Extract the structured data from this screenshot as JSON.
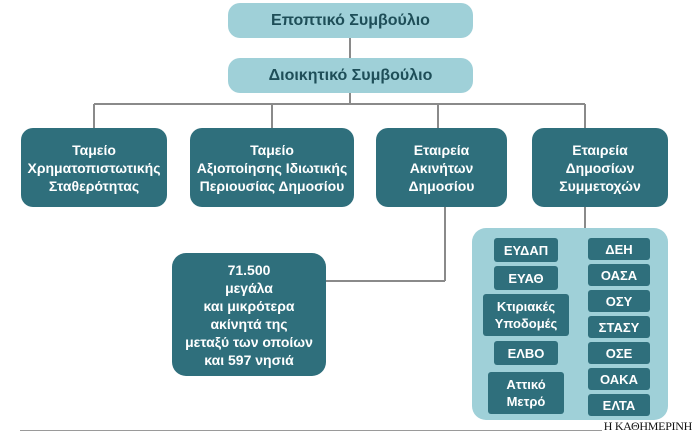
{
  "supervisory_board": "Εποπτικό Συμβούλιο",
  "board_of_directors": "Διοικητικό Συμβούλιο",
  "subsidiaries": [
    "Ταμείο\nΧρηματοπιστωτικής\nΣταθερότητας",
    "Ταμείο\nΑξιοποίησης Ιδιωτικής\nΠεριουσίας Δημοσίου",
    "Εταιρεία\nΑκινήτων\nΔημοσίου",
    "Εταιρεία\nΔημοσίων\nΣυμμετοχών"
  ],
  "real_estate_note": "71.500\nμεγάλα\nκαι μικρότερα\nακίνητά της\nμεταξύ των οποίων\nκαι 597 νησιά",
  "holdings_left": [
    "ΕΥΔΑΠ",
    "ΕΥΑΘ",
    "Κτιριακές\nΥποδομές",
    "ΕΛΒΟ",
    "Αττικό\nΜετρό"
  ],
  "holdings_right": [
    "ΔΕΗ",
    "ΟΑΣΑ",
    "ΟΣΥ",
    "ΣΤΑΣΥ",
    "ΟΣΕ",
    "ΟΑΚΑ",
    "ΕΛΤΑ"
  ],
  "credit": "Η ΚΑΘΗΜΕΡΙΝΗ",
  "colors": {
    "dark_teal": "#2f6f7c",
    "light_teal": "#9fd0d8",
    "line": "#8a8a8a"
  }
}
